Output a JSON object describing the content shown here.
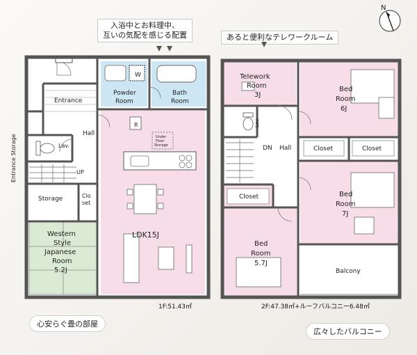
{
  "callouts": {
    "top_1f": [
      "入浴中とお料理中、",
      "互いの気配を感じる配置"
    ],
    "top_2f": "あると便利なテレワークルーム",
    "bottom_1f": "心安らぐ畳の部屋",
    "bottom_2f": "広々したバルコニー"
  },
  "areas": {
    "f1": "1F:51.43㎡",
    "f2": "2F:47.38㎡+ルーフバルコニー6.48㎡"
  },
  "compass_letter": "N",
  "rooms_1f": {
    "entrance_storage": "Entrance Storage",
    "entrance": "Entrance",
    "hall": "Hall",
    "lav": "Lav.",
    "up": "UP",
    "storage": "Storage",
    "closet_a": "Clo",
    "closet_b": "set",
    "powder_a": "Powder",
    "powder_b": "Room",
    "washer": "W",
    "bath_a": "Bath",
    "bath_b": "Room",
    "fridge": "R",
    "underfloor_a": "Under",
    "underfloor_b": "Floor",
    "underfloor_c": "Storage",
    "ldk": "LDK15J",
    "japanese": [
      "Western",
      "Style",
      "Japanese",
      "Room",
      "5.2J"
    ]
  },
  "rooms_2f": {
    "telework": [
      "Telework",
      "Room",
      "3J"
    ],
    "bed1": [
      "Bed",
      "Room",
      "6J"
    ],
    "lav": "Lav.",
    "dn": "DN",
    "hall": "Hall",
    "closet1": "Closet",
    "closet2": "Closet",
    "closet3": "Closet",
    "bed2": [
      "Bed",
      "Room",
      "7J"
    ],
    "bed3": [
      "Bed",
      "Room",
      "5.7J"
    ],
    "balcony": "Balcony"
  },
  "colors": {
    "wall": "#555555",
    "pink": "#f6dde8",
    "blue": "#cde6f3",
    "green": "#dbead5",
    "white": "#ffffff",
    "label_fill": "#ffffff"
  }
}
